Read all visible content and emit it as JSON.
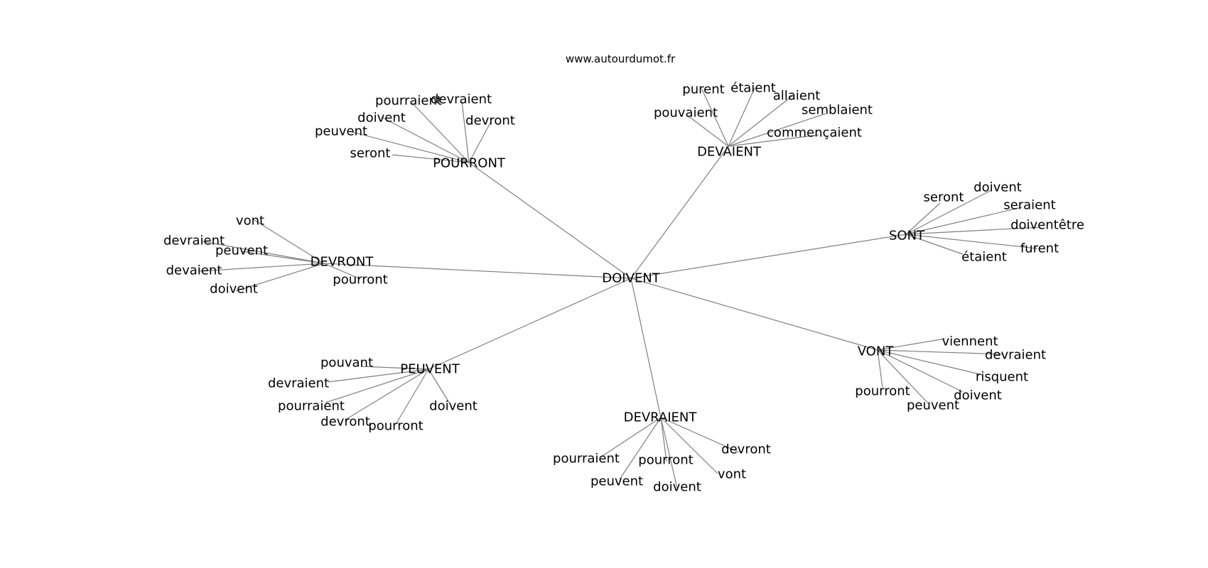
{
  "site": "www.autourdumot.fr",
  "center": "DOIVENT",
  "clusters": [
    {
      "hub": "POURRONT",
      "words": [
        "devraient",
        "devront",
        "pourraient",
        "doivent",
        "peuvent",
        "seront"
      ]
    },
    {
      "hub": "DEVAIENT",
      "words": [
        "purent",
        "étaient",
        "allaient",
        "semblaient",
        "commençaient",
        "pouvaient"
      ]
    },
    {
      "hub": "SONT",
      "words": [
        "seront",
        "doivent",
        "seraient",
        "doiventêtre",
        "furent",
        "étaient"
      ]
    },
    {
      "hub": "DEVRONT",
      "words": [
        "vont",
        "devraient",
        "peuvent",
        "devaient",
        "doivent",
        "pourront"
      ]
    },
    {
      "hub": "VONT",
      "words": [
        "viennent",
        "devraient",
        "risquent",
        "doivent",
        "peuvent",
        "pourront"
      ]
    },
    {
      "hub": "PEUVENT",
      "words": [
        "pouvant",
        "devraient",
        "pourraient",
        "devront",
        "pourront",
        "doivent"
      ]
    },
    {
      "hub": "DEVRAIENT",
      "words": [
        "devront",
        "vont",
        "doivent",
        "pourront",
        "peuvent",
        "pourraient"
      ]
    }
  ]
}
